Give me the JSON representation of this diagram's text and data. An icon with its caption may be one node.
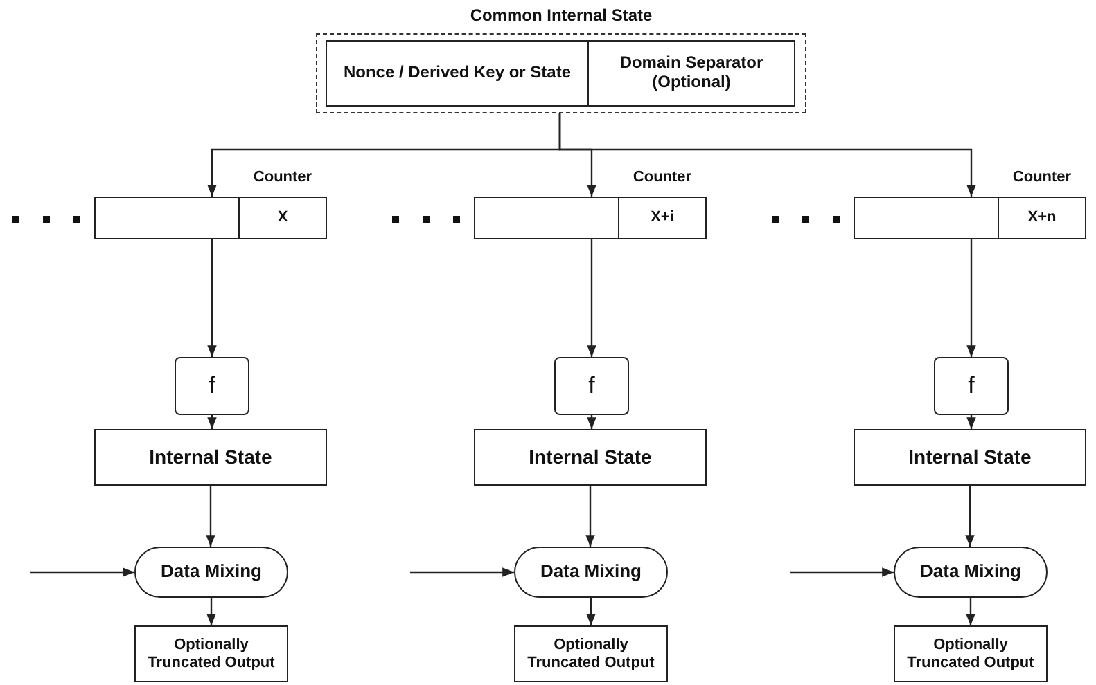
{
  "diagram": {
    "nodes": [
      {
        "text": [
          "Common Internal State"
        ]
      },
      {
        "text": [
          "Nonce / Derived Key or State"
        ],
        "in": 0
      },
      {
        "text": [
          "Domain Separator (Optional)"
        ],
        "in": 0
      },
      {
        "text": [],
        "shape": "box"
      },
      {
        "text": [
          "X"
        ],
        "beside": [
          "Counter"
        ]
      },
      {
        "text": [],
        "shape": "box"
      },
      {
        "text": [
          "X+i"
        ],
        "beside": [
          "Counter"
        ]
      },
      {
        "text": [],
        "shape": "box"
      },
      {
        "text": [
          "X+n"
        ],
        "beside": [
          "Counter"
        ]
      },
      {
        "text": [
          "f"
        ]
      },
      {
        "text": [
          "f"
        ]
      },
      {
        "text": [
          "f"
        ]
      },
      {
        "text": [
          "Internal State"
        ]
      },
      {
        "text": [
          "Internal State"
        ]
      },
      {
        "text": [
          "Internal State"
        ]
      },
      {
        "text": [
          "Data Mixing"
        ]
      },
      {
        "text": [
          "Data Mixing"
        ]
      },
      {
        "text": [
          "Data Mixing"
        ]
      },
      {
        "text": [
          "Optionally Truncated Output"
        ]
      },
      {
        "text": [
          "Optionally Truncated Output"
        ]
      },
      {
        "text": [
          "Optionally Truncated Output"
        ]
      }
    ],
    "edges": [
      {
        "from": 0,
        "to": 3,
        "arrow": "to"
      },
      {
        "from": 0,
        "to": 5,
        "arrow": "to"
      },
      {
        "from": 0,
        "to": 7,
        "arrow": "to"
      },
      {
        "from": 3,
        "to": 9,
        "arrow": "to"
      },
      {
        "from": 5,
        "to": 10,
        "arrow": "to"
      },
      {
        "from": 7,
        "to": 11,
        "arrow": "to"
      },
      {
        "from": 9,
        "to": 12,
        "arrow": "to"
      },
      {
        "from": 10,
        "to": 13,
        "arrow": "to"
      },
      {
        "from": 11,
        "to": 14,
        "arrow": "to"
      },
      {
        "from": 12,
        "to": 15,
        "arrow": "to"
      },
      {
        "from": 13,
        "to": 16,
        "arrow": "to"
      },
      {
        "from": 14,
        "to": 17,
        "arrow": "to"
      },
      {
        "from": 15,
        "to": 18,
        "arrow": "to"
      },
      {
        "from": 16,
        "to": 19,
        "arrow": "to"
      },
      {
        "from": 17,
        "to": 20,
        "arrow": "to"
      },
      {
        "from": null,
        "to": 15,
        "arrow": "to"
      },
      {
        "from": null,
        "to": 16,
        "arrow": "to"
      },
      {
        "from": null,
        "to": 17,
        "arrow": "to"
      }
    ]
  }
}
